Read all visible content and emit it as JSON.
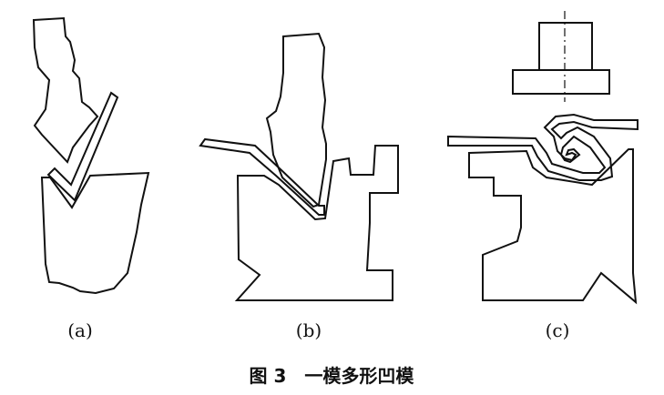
{
  "labels": {
    "a": "(a)",
    "b": "(b)",
    "c": "(c)"
  },
  "caption": "图 3　一模多形凹模"
}
